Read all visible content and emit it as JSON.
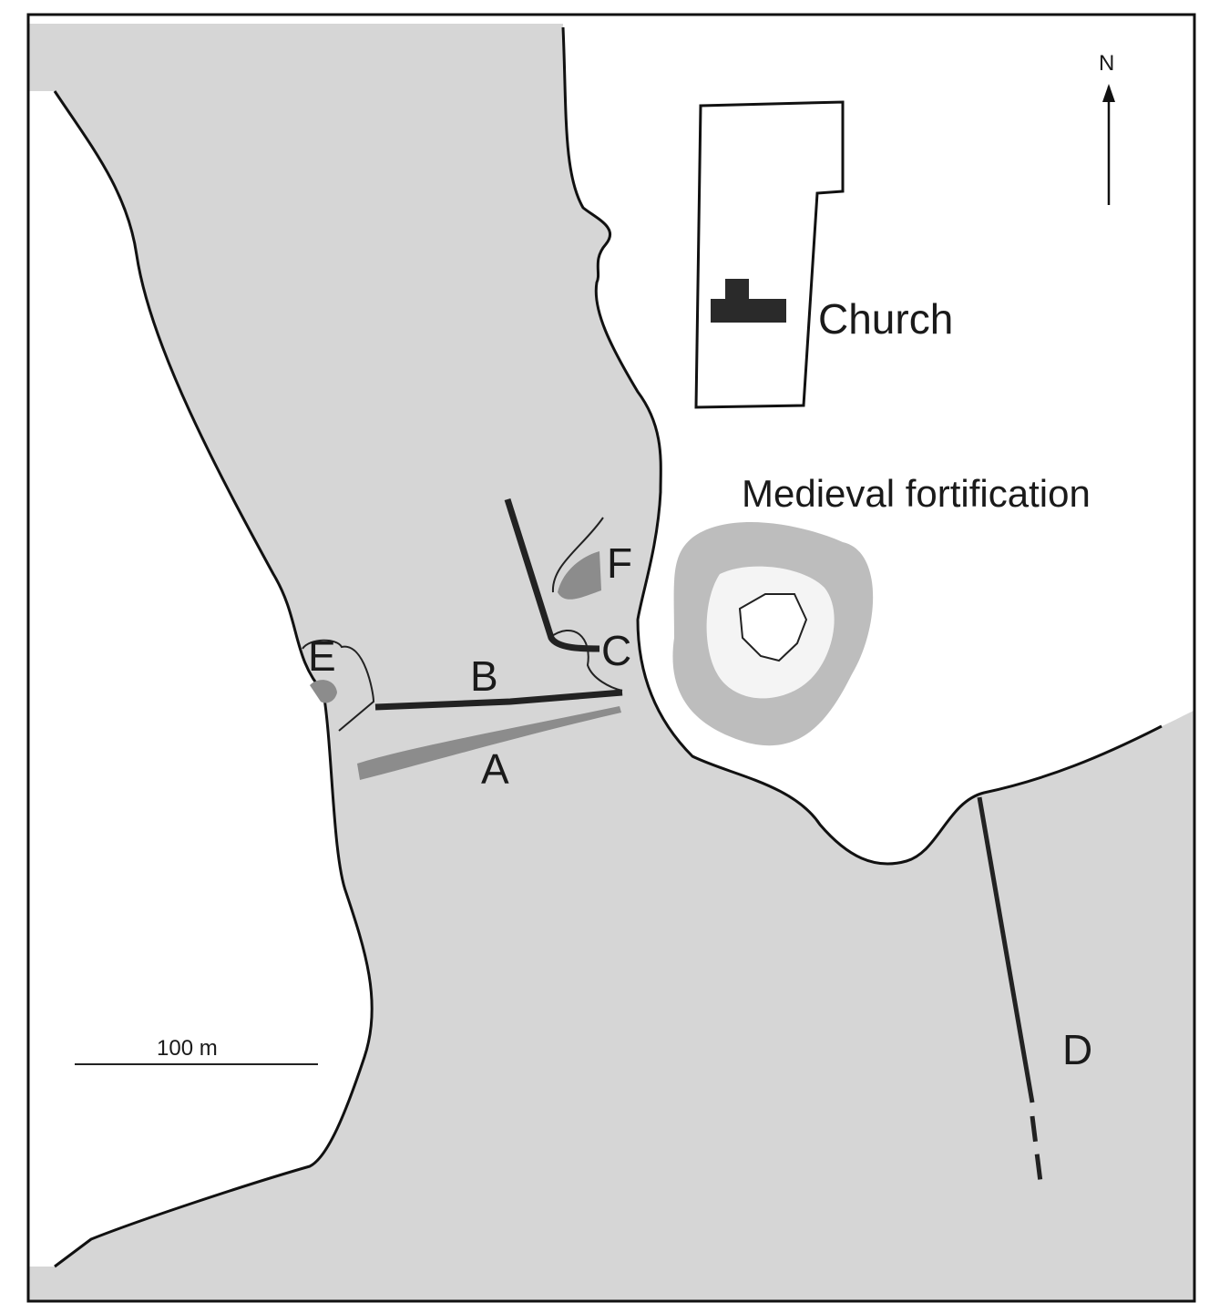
{
  "map": {
    "labels": {
      "church": "Church",
      "fortification": "Medieval fortification",
      "a": "A",
      "b": "B",
      "c": "C",
      "d": "D",
      "e": "E",
      "f": "F"
    },
    "north_arrow": {
      "label": "N"
    },
    "scale_bar": {
      "label": "100 m"
    },
    "colors": {
      "water": "#d6d6d6",
      "land": "#ffffff",
      "shoreline": "#111111",
      "wall": "#222222",
      "feature_gray": "#8c8c8c",
      "moat": "#bdbdbd"
    }
  }
}
